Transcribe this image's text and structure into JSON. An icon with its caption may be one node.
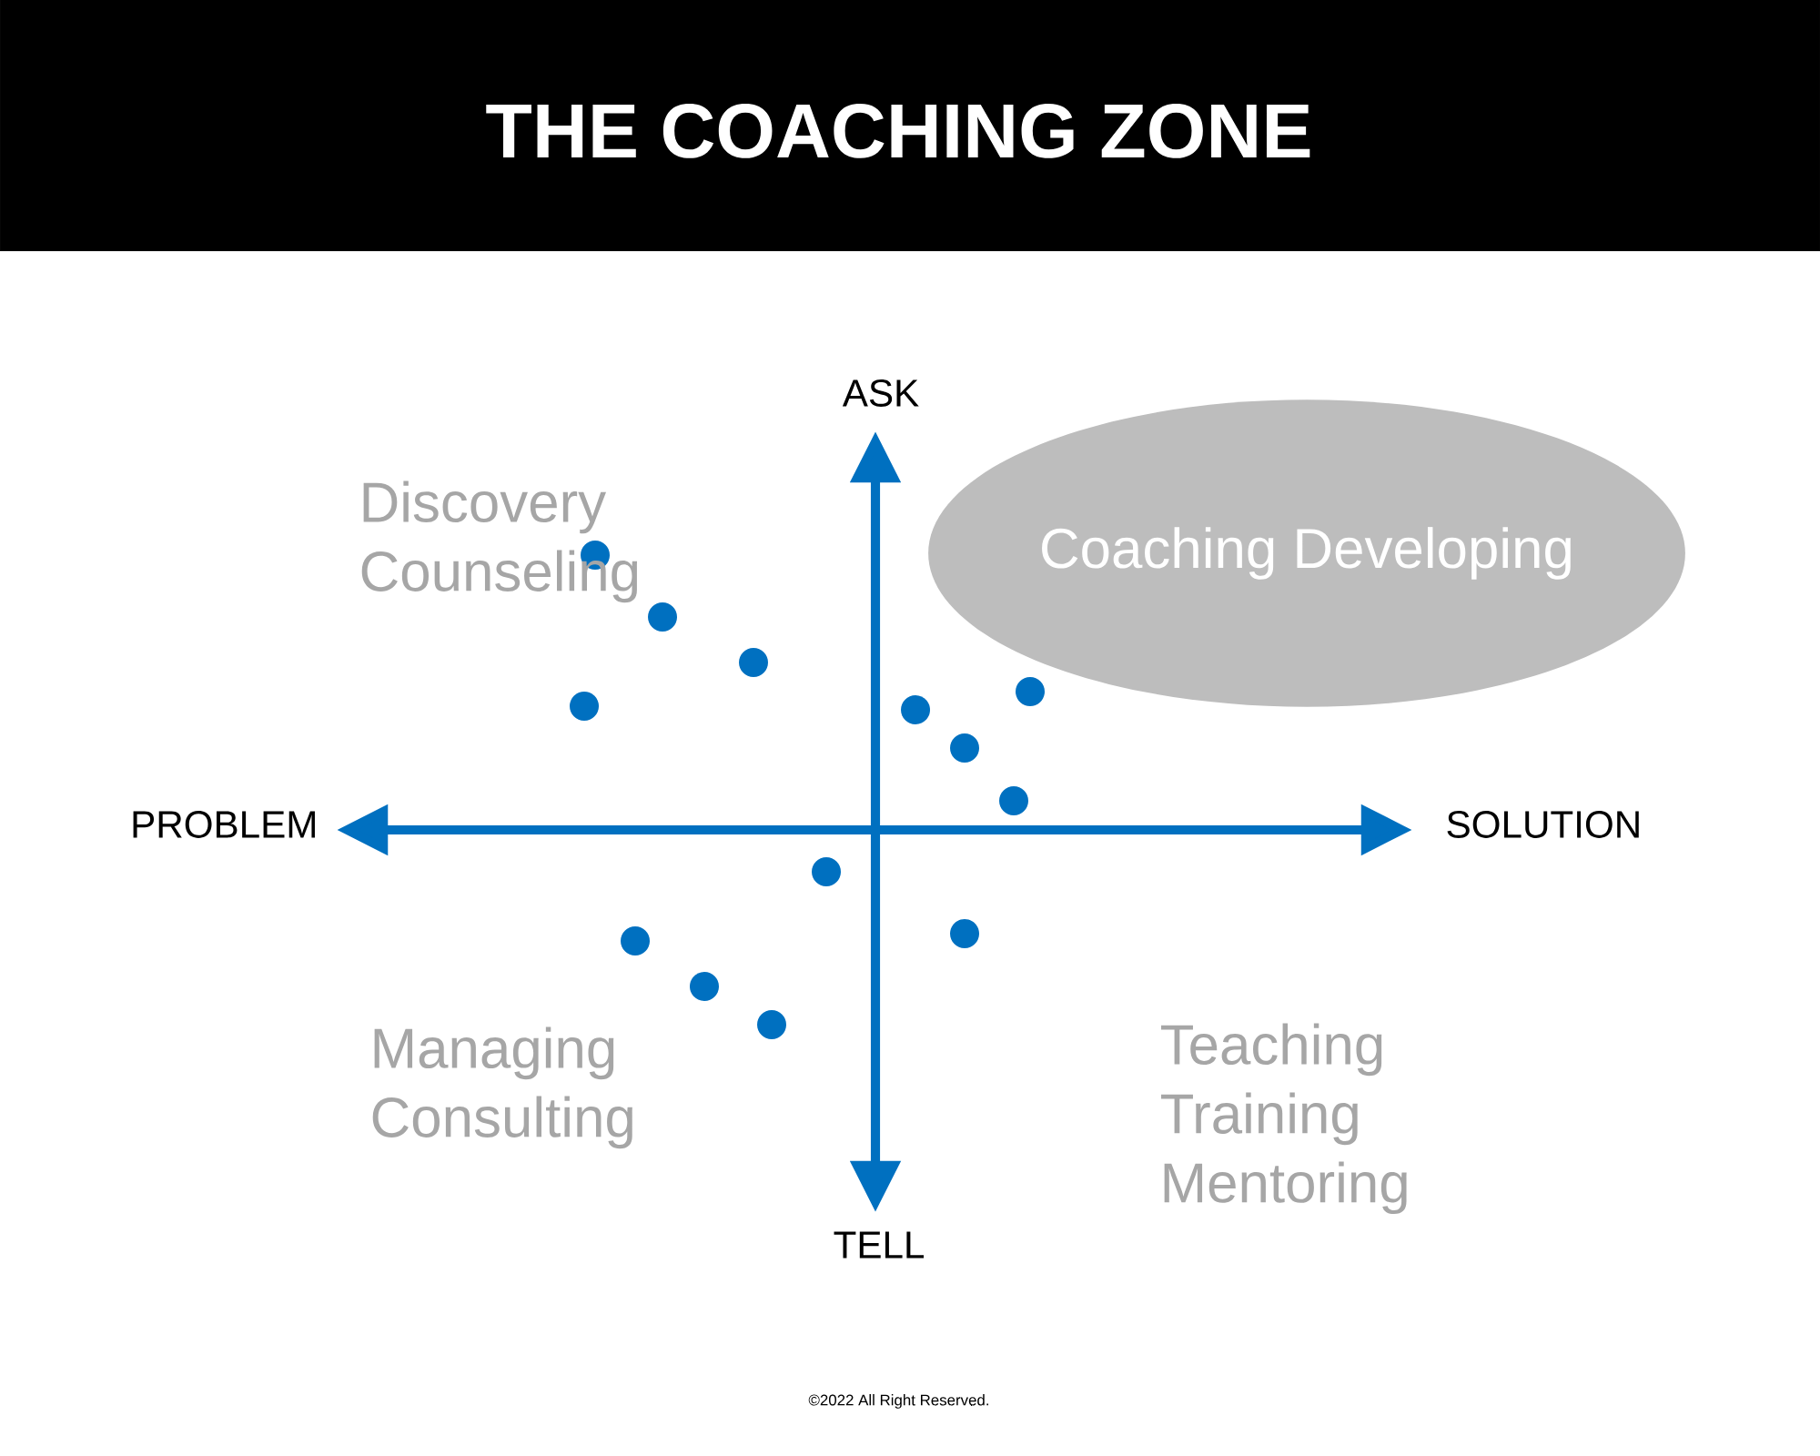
{
  "diagram": {
    "title": "THE COACHING ZONE",
    "nodes": [
      {
        "text": [
          "Coaching Developing"
        ]
      }
    ],
    "labels": [
      "ASK",
      "Discovery Counseling",
      "PROBLEM",
      "SOLUTION",
      "Managing Consulting",
      "Teaching Training Mentoring",
      "TELL",
      "©2022 All Right Reserved."
    ]
  }
}
